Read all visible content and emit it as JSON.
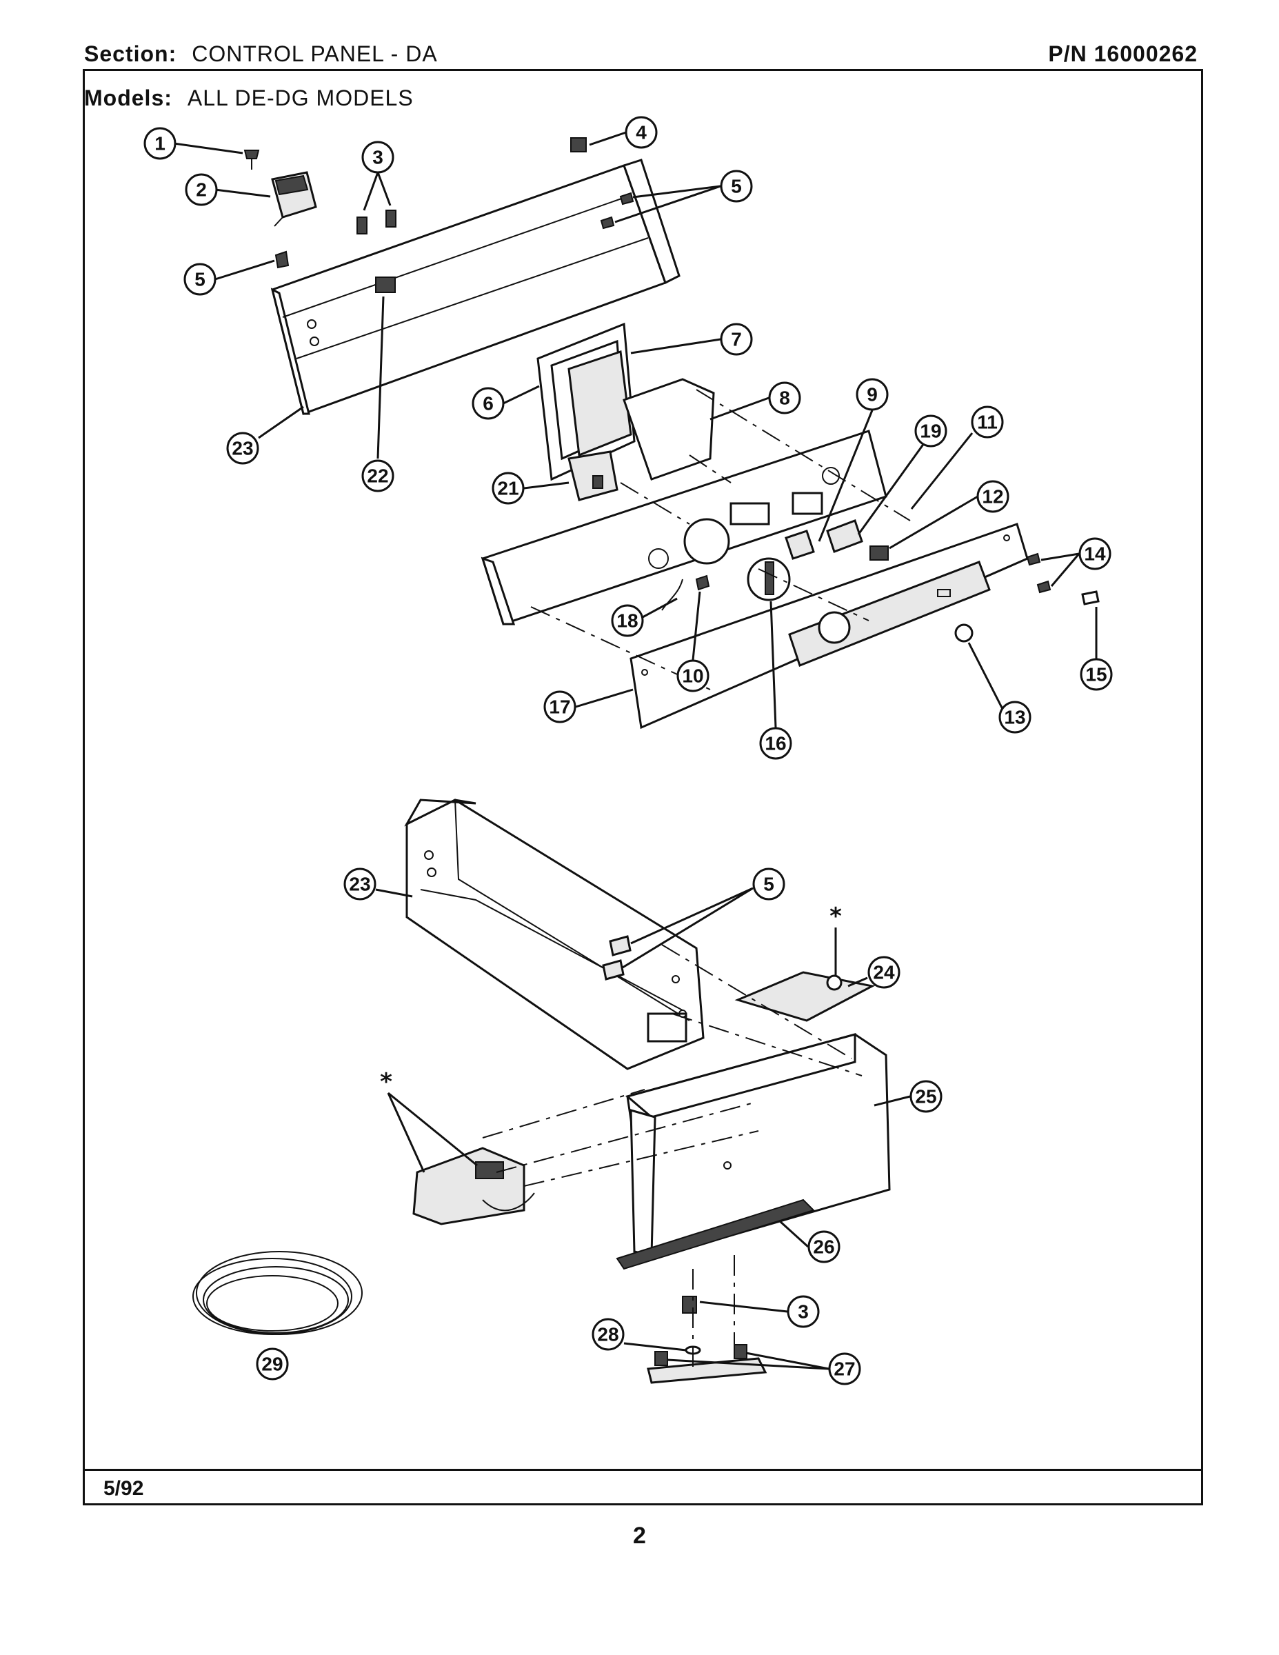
{
  "header": {
    "section_label": "Section:",
    "section_value": "CONTROL PANEL - DA",
    "part_number": "P/N 16000262"
  },
  "models": {
    "label": "Models:",
    "value": "ALL DE-DG MODELS"
  },
  "footer": {
    "date": "5/92",
    "page_number": "2"
  },
  "callouts": [
    "1",
    "2",
    "3",
    "4",
    "5",
    "5",
    "6",
    "7",
    "8",
    "9",
    "19",
    "11",
    "12",
    "14",
    "15",
    "13",
    "16",
    "10",
    "17",
    "18",
    "21",
    "22",
    "23",
    "23",
    "5",
    "24",
    "25",
    "26",
    "3",
    "27",
    "28",
    "29"
  ],
  "asterisk": "*"
}
